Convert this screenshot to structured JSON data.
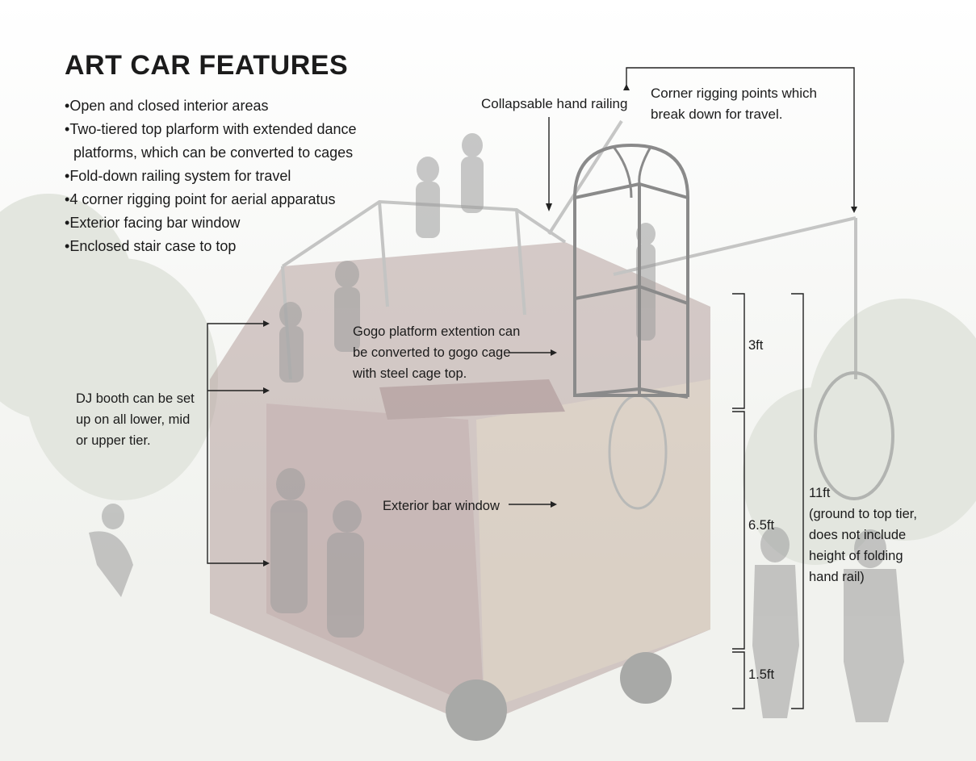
{
  "title": "ART CAR FEATURES",
  "features": [
    "Open and closed interior areas",
    "Two-tiered top plarform with extended dance platforms, which can be converted to cages",
    "Fold-down railing system for travel",
    "4 corner rigging point for aerial apparatus",
    "Exterior facing bar window",
    "Enclosed stair case to top"
  ],
  "labels": {
    "collapsable": "Collapsable hand railing",
    "corner_rigging": "Corner rigging points which\nbreak down for travel.",
    "gogo": "Gogo platform extention can\nbe converted to gogo cage\nwith steel cage top.",
    "dj_booth": "DJ booth can be set\nup on all lower, mid\nor upper tier.",
    "bar_window": "Exterior bar window"
  },
  "dimensions": {
    "tier_3": "3ft",
    "tier_65": "6.5ft",
    "tier_15": "1.5ft",
    "total": "11ft\n(ground to top tier,\ndoes not include\nheight of  folding\nhand rail)"
  },
  "colors": {
    "ink": "#1b1b1b",
    "faded_background": "#dcdcd6",
    "cage_outline": "#8a8a8a"
  }
}
